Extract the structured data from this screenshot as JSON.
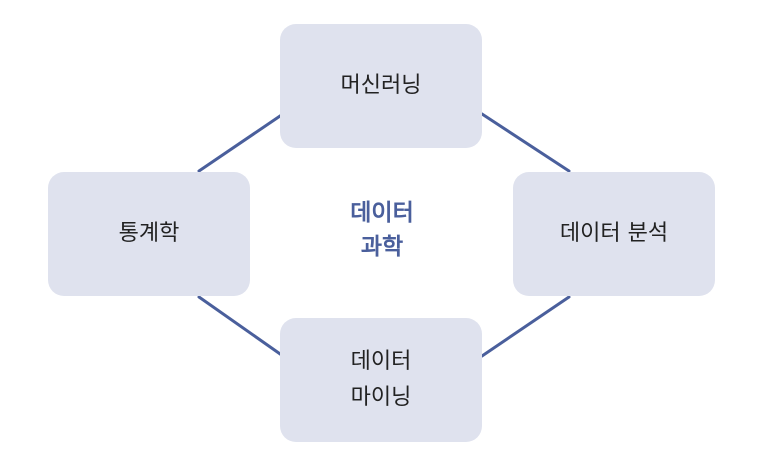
{
  "center": {
    "line1": "데이터",
    "line2": "과학"
  },
  "nodes": {
    "top": {
      "label": "머신러닝"
    },
    "left": {
      "label": "통계학"
    },
    "right": {
      "label": "데이터 분석"
    },
    "bottom": {
      "line1": "데이터",
      "line2": "마이닝"
    }
  },
  "colors": {
    "node_fill": "#dfe2ee",
    "connector": "#4a5f9c",
    "center_text": "#4a5f9c",
    "node_text": "#222222"
  }
}
